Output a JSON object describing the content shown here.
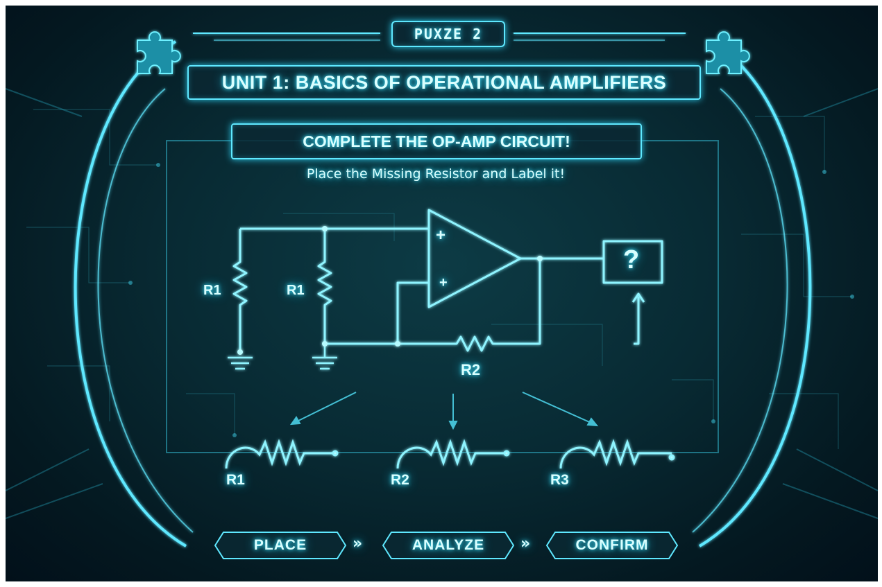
{
  "header": {
    "puzzle_tag": "PUXZE 2",
    "unit_title": "UNIT 1: BASICS OF OPERATIONAL AMPLIFIERS"
  },
  "task": {
    "banner": "COMPLETE THE OP-AMP CIRCUIT!",
    "instruction": "Place the Missing Resistor and Label it!"
  },
  "circuit": {
    "left_resistor_label": "R1",
    "middle_resistor_label": "R1",
    "feedback_resistor_label": "R2",
    "opamp_top_sign": "+",
    "opamp_bottom_sign": "+",
    "missing_slot": "?"
  },
  "choices": [
    {
      "label": "R1"
    },
    {
      "label": "R2"
    },
    {
      "label": "R3"
    }
  ],
  "steps": [
    {
      "label": "PLACE"
    },
    {
      "label": "ANALYZE"
    },
    {
      "label": "CONFIRM"
    }
  ],
  "step_separator": "»",
  "colors": {
    "accent": "#5fe8ff",
    "text": "#d9ffff",
    "background": "#082a33"
  }
}
